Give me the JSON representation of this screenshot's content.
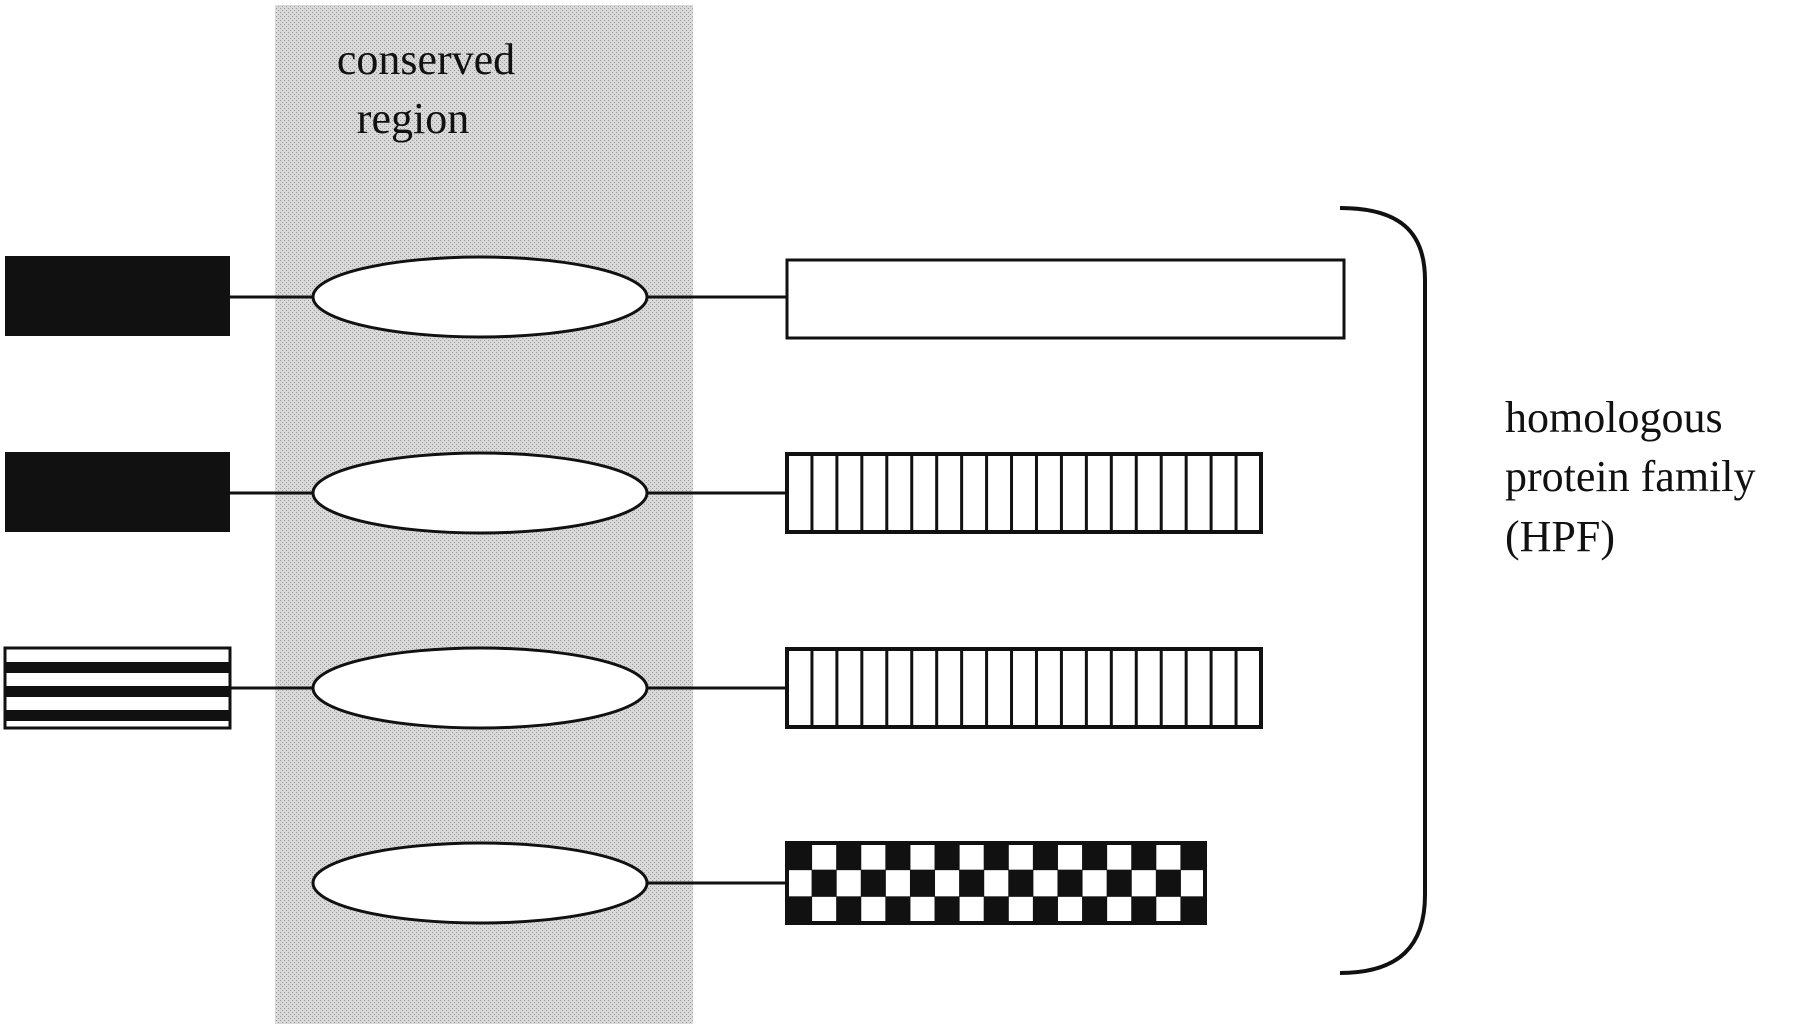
{
  "conserved_region": {
    "label_line1": "conserved",
    "label_line2": "region"
  },
  "family": {
    "label_line1": "homologous",
    "label_line2": "protein family",
    "label_line3": "(HPF)"
  },
  "proteins": [
    {
      "left_domain": "solid-black",
      "right_domain": "plain-white"
    },
    {
      "left_domain": "solid-black",
      "right_domain": "vertical-stripes"
    },
    {
      "left_domain": "horizontal-stripes",
      "right_domain": "vertical-stripes"
    },
    {
      "left_domain": "none",
      "right_domain": "checkerboard"
    }
  ],
  "colors": {
    "ink": "#111111",
    "background": "#ffffff"
  }
}
